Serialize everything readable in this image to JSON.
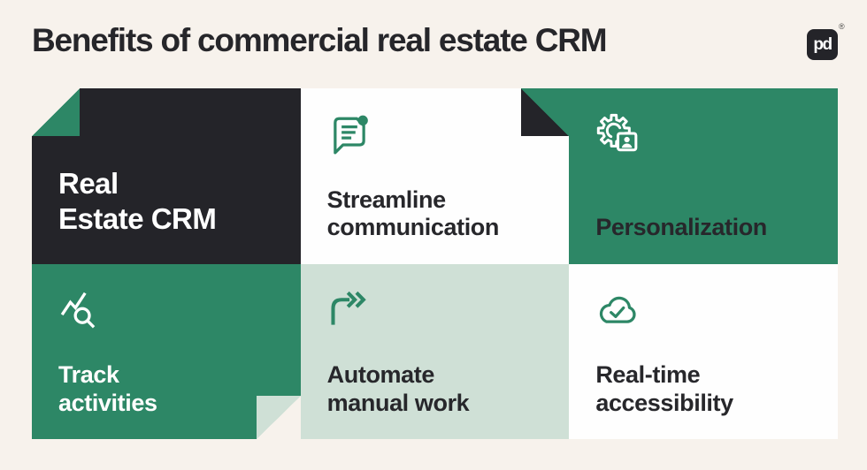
{
  "title": "Benefits of commercial real estate CRM",
  "brand": {
    "logo_text": "pd",
    "registered_mark": "®"
  },
  "colors": {
    "page_background": "#F7F2EC",
    "brand_green": "#2D8766",
    "light_green": "#CFE0D6",
    "dark_charcoal": "#242429",
    "card_white": "#FEFEFE",
    "text_dark": "#27272B",
    "text_light": "#FFFFFF"
  },
  "cells": [
    {
      "id": "real-estate-crm",
      "lines": [
        "Real",
        "Estate CRM"
      ],
      "style": "dark",
      "icon": null,
      "fold": "top-left"
    },
    {
      "id": "streamline-communication",
      "lines": [
        "Streamline",
        "communication"
      ],
      "style": "white",
      "icon": "chat-bubble-icon",
      "fold": "top-right"
    },
    {
      "id": "personalization",
      "lines": [
        "Personalization"
      ],
      "style": "green",
      "icon": "gear-user-icon",
      "fold": null
    },
    {
      "id": "track-activities",
      "lines": [
        "Track",
        "activities"
      ],
      "style": "green",
      "icon": "chart-magnifier-icon",
      "fold": "bottom-right"
    },
    {
      "id": "automate-manual-work",
      "lines": [
        "Automate",
        "manual work"
      ],
      "style": "light-green",
      "icon": "double-arrow-icon",
      "fold": null
    },
    {
      "id": "real-time-accessibility",
      "lines": [
        "Real-time",
        "accessibility"
      ],
      "style": "white",
      "icon": "cloud-check-icon",
      "fold": null
    }
  ]
}
